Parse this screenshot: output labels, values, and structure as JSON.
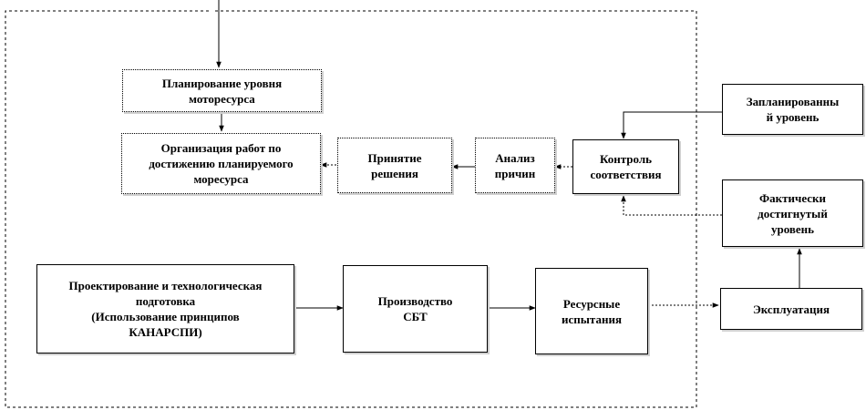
{
  "diagram": {
    "boxes": {
      "planning": "Планирование уровня\nмоторесурса",
      "organization": "Организация работ по\nдостижению планируемого\nморесурса",
      "decision": "Принятие\nрешения",
      "analysis": "Анализ\nпричин",
      "control": "Контроль\nсоответствия",
      "planned_level": "Запланированны\nй уровень",
      "actual_level": "Фактически\nдостигнутый\nуровень",
      "design": "Проектирование и технологическая\nподготовка\n(Использование принципов\nКАНАРСПИ)",
      "production": "Производство\nСБТ",
      "testing": "Ресурсные\nиспытания",
      "operation": "Эксплуатация"
    },
    "line_color": "#000000"
  }
}
